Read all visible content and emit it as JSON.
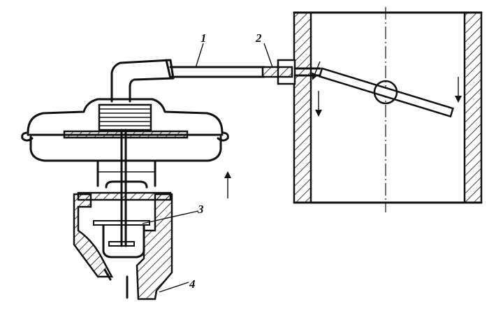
{
  "labels": {
    "tube": "1",
    "fitting": "2",
    "valve": "3",
    "housing": "4"
  },
  "colors": {
    "ink": "#111111",
    "background": "#ffffff"
  }
}
